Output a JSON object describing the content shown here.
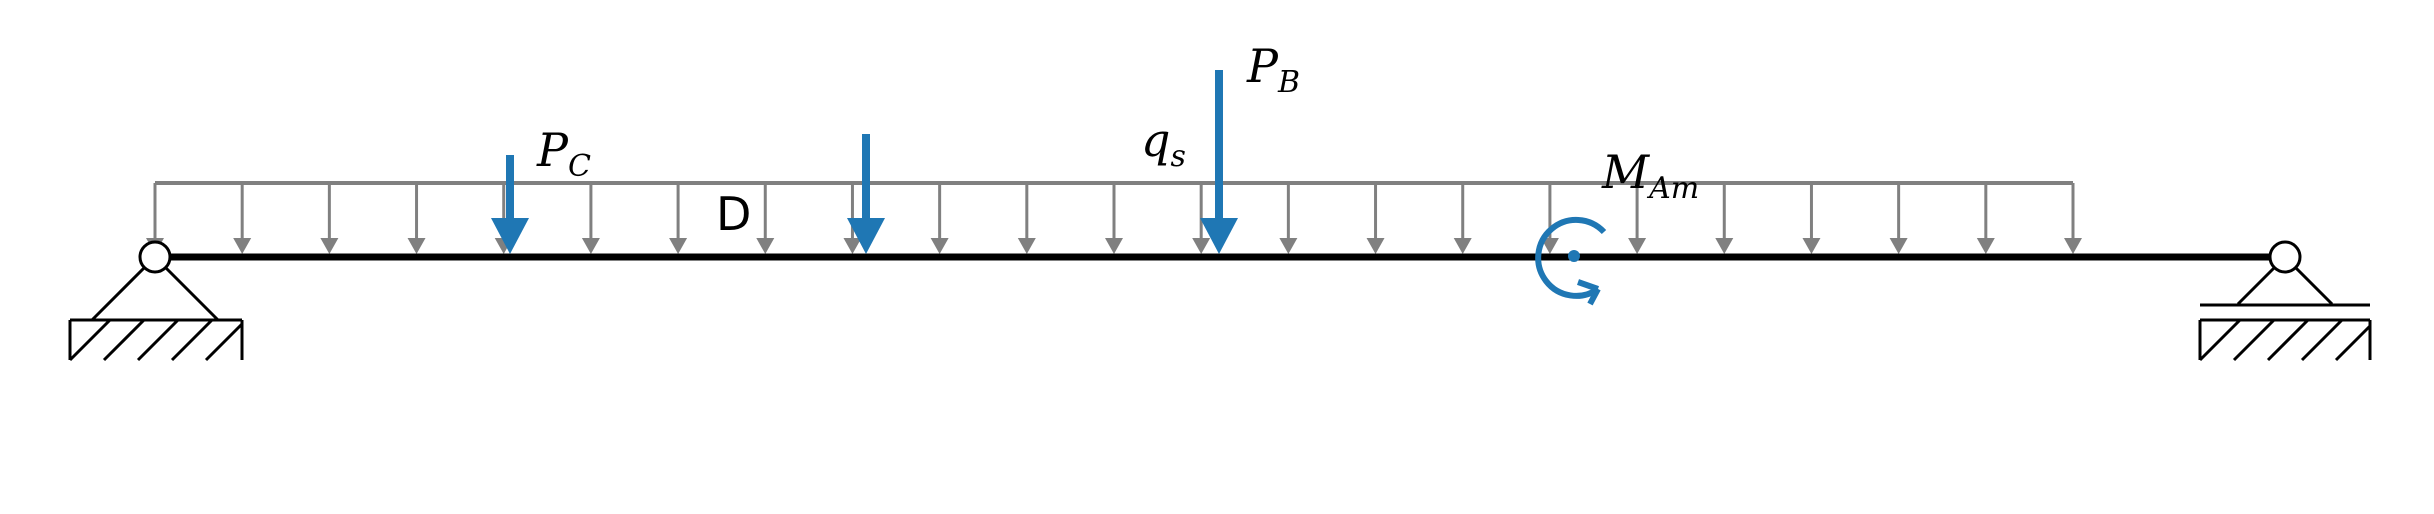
{
  "colors": {
    "beam": "#000000",
    "support": "#000000",
    "distributed_load": "#808080",
    "point_load": "#1f77b4",
    "moment": "#1f77b4",
    "background": "#ffffff"
  },
  "labels": {
    "p_c": {
      "main": "P",
      "sub": "C"
    },
    "p_b": {
      "main": "P",
      "sub": "B"
    },
    "q_s": {
      "main": "q",
      "sub": "s"
    },
    "m_am": {
      "main": "M",
      "sub": "Am"
    },
    "d": "D"
  },
  "supports": {
    "left": "pin",
    "right": "roller"
  }
}
